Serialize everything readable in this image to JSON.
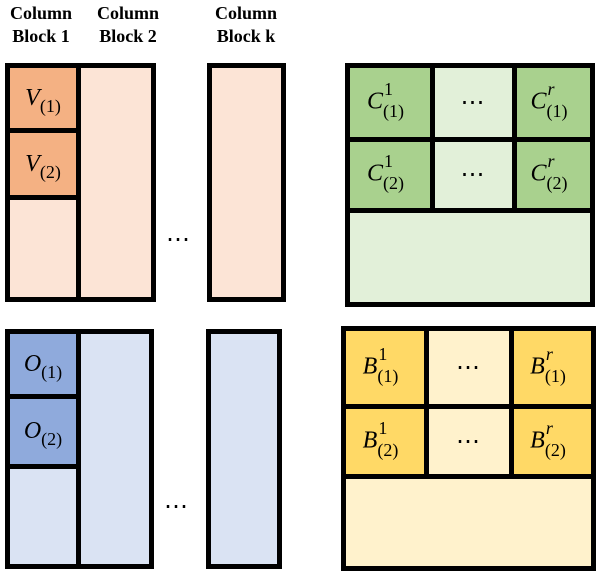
{
  "headers": [
    {
      "line1": "Column",
      "line2": "Block 1"
    },
    {
      "line1": "Column",
      "line2": "Block 2"
    },
    {
      "line1": "Column",
      "line2": "Block k"
    }
  ],
  "ellipsis": "⋯",
  "colors": {
    "orange_dark": "#f4b183",
    "orange_light": "#fce4d6",
    "blue_dark": "#8faadc",
    "blue_light": "#dae3f3",
    "green_dark": "#a9d18e",
    "green_light": "#e2f0d9",
    "yellow_dark": "#ffd966",
    "yellow_light": "#fff2cc"
  },
  "V": {
    "sym": "V",
    "sub1": "(1)",
    "sub2": "(2)"
  },
  "O": {
    "sym": "O",
    "sub1": "(1)",
    "sub2": "(2)"
  },
  "C": {
    "sym": "C",
    "sup_first": "1",
    "sup_last": "r",
    "sub1": "(1)",
    "sub2": "(2)"
  },
  "B": {
    "sym": "B",
    "sup_first": "1",
    "sup_last": "r",
    "sub1": "(1)",
    "sub2": "(2)"
  }
}
